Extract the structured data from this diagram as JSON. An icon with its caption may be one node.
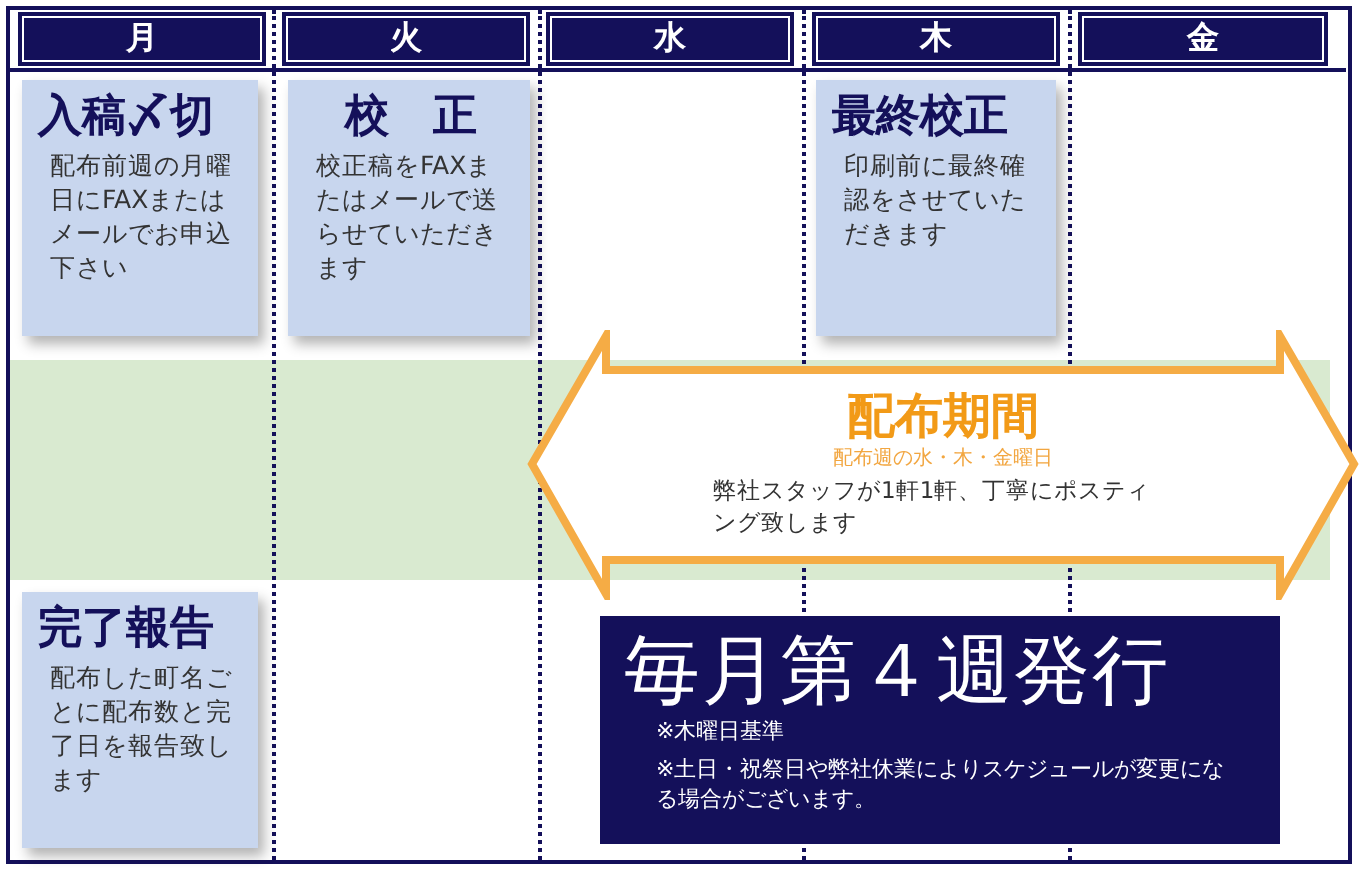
{
  "diagram": {
    "nodes": [
      {
        "text": [
          "月"
        ]
      },
      {
        "text": [
          "火"
        ]
      },
      {
        "text": [
          "水"
        ]
      },
      {
        "text": [
          "木"
        ]
      },
      {
        "text": [
          "金"
        ]
      },
      {
        "text": [
          "入稿〆切",
          "配布前週の月曜日にFAXまたはメールでお申込下さい"
        ]
      },
      {
        "text": [
          "校　正",
          "校正稿をFAXまたはメールで送らせていただきます"
        ]
      },
      {
        "text": [
          "最終校正",
          "印刷前に最終確認をさせていただきます"
        ]
      },
      {
        "text": [
          "配布期間",
          "配布週の水・木・金曜日",
          "弊社スタッフが1軒1軒、丁寧にポスティング致します"
        ]
      },
      {
        "text": [
          "完了報告",
          "配布した町名ごとに配布数と完了日を報告致します"
        ]
      },
      {
        "text": [
          "毎月第４週発行",
          "※木曜日基準",
          "※土日・祝祭日や弊社休業によりスケジュールが変更になる場合がございます。"
        ]
      }
    ]
  }
}
